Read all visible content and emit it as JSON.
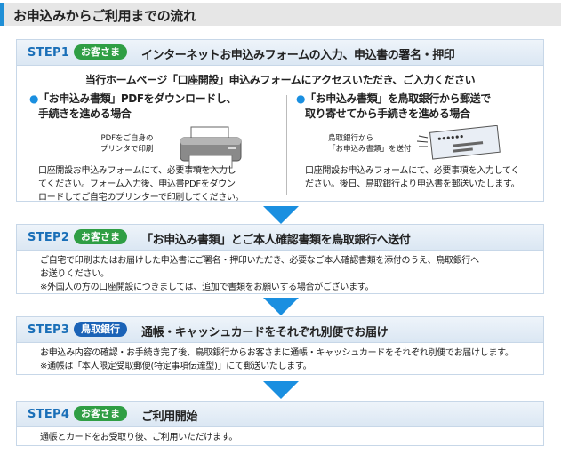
{
  "title": "お申込みからご利用までの流れ",
  "steps": [
    {
      "label": "STEP1",
      "badge": "お客さま",
      "title": "インターネットお申込みフォームの入力、申込書の署名・押印",
      "intro": "当行ホームページ「口座開設」申込みフォームにアクセスいただき、ご入力ください",
      "left": {
        "heading_1": "「お申込み書類」PDFをダウンロードし、",
        "heading_2": "手続きを進める場合",
        "caption_1": "PDFをご自身の",
        "caption_2": "プリンタで印刷",
        "text_1": "口座開設お申込みフォームにて、必要事項を入力し",
        "text_2": "てください。フォーム入力後、申込書PDFをダウン",
        "text_3": "ロードしてご自宅のプリンターで印刷してください。"
      },
      "right": {
        "heading_1": "「お申込み書類」を鳥取銀行から郵送で",
        "heading_2": "取り寄せてから手続きを進める場合",
        "caption_1": "鳥取銀行から",
        "caption_2": "「お申込み書類」を送付",
        "text_1": "口座開設お申込みフォームにて、必要事項を入力してく",
        "text_2": "ださい。後日、鳥取銀行より申込書を郵送いたします。"
      }
    },
    {
      "label": "STEP2",
      "badge": "お客さま",
      "title": "「お申込み書類」とご本人確認書類を鳥取銀行へ送付",
      "text_1": "ご自宅で印刷またはお届けした申込書にご署名・押印いただき、必要なご本人確認書類を添付のうえ、鳥取銀行へ",
      "text_2": "お送りください。",
      "text_3": "※外国人の方の口座開設につきましては、追加で書類をお願いする場合がございます。"
    },
    {
      "label": "STEP3",
      "badge": "鳥取銀行",
      "title": "通帳・キャッシュカードをそれぞれ別便でお届け",
      "text_1": "お申込み内容の確認・お手続き完了後、鳥取銀行からお客さまに通帳・キャッシュカードをそれぞれ別便でお届けします。",
      "text_2": "※通帳は「本人限定受取郵便(特定事項伝達型)」にて郵送いたします。"
    },
    {
      "label": "STEP4",
      "badge": "お客さま",
      "title": "ご利用開始",
      "text_1": "通帳とカードをお受取り後、ご利用いただけます。"
    }
  ],
  "colors": {
    "accent": "#1a8fe0",
    "customer_badge": "#2f9e44",
    "bank_badge": "#1b63b7"
  }
}
